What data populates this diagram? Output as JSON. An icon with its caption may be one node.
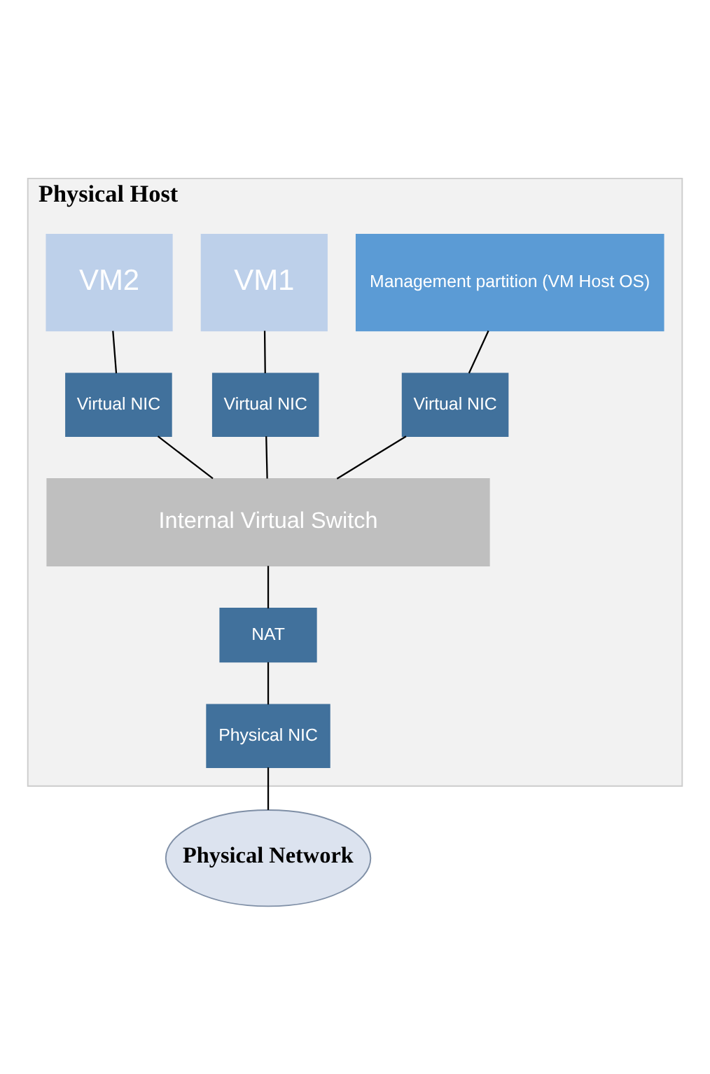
{
  "diagram": {
    "nodes": [
      {
        "text": [
          "Physical Host"
        ]
      },
      {
        "text": [
          "Management partition (VM Host OS)"
        ],
        "in": 0
      },
      {
        "text": [
          "VM1"
        ],
        "in": 0
      },
      {
        "text": [
          "VM2"
        ],
        "in": 0
      },
      {
        "text": [
          "Virtual NIC"
        ],
        "in": 0
      },
      {
        "text": [
          "Virtual NIC"
        ],
        "in": 0
      },
      {
        "text": [
          "Virtual NIC"
        ],
        "in": 0
      },
      {
        "text": [
          "Internal Virtual Switch"
        ],
        "in": 0
      },
      {
        "text": [
          "NAT"
        ],
        "in": 0
      },
      {
        "text": [
          "Physical NIC"
        ],
        "in": 0
      },
      {
        "text": [
          "Physical Network"
        ]
      }
    ],
    "edges": [
      {
        "from": 1,
        "to": 4,
        "arrow": "none"
      },
      {
        "from": 2,
        "to": 5,
        "arrow": "none"
      },
      {
        "from": 3,
        "to": 6,
        "arrow": "none"
      },
      {
        "from": 4,
        "to": 7,
        "arrow": "none"
      },
      {
        "from": 5,
        "to": 7,
        "arrow": "none"
      },
      {
        "from": 6,
        "to": 7,
        "arrow": "none"
      },
      {
        "from": 7,
        "to": 8,
        "arrow": "none"
      },
      {
        "from": 8,
        "to": 9,
        "arrow": "none"
      },
      {
        "from": 9,
        "to": 10,
        "arrow": "none"
      }
    ]
  }
}
